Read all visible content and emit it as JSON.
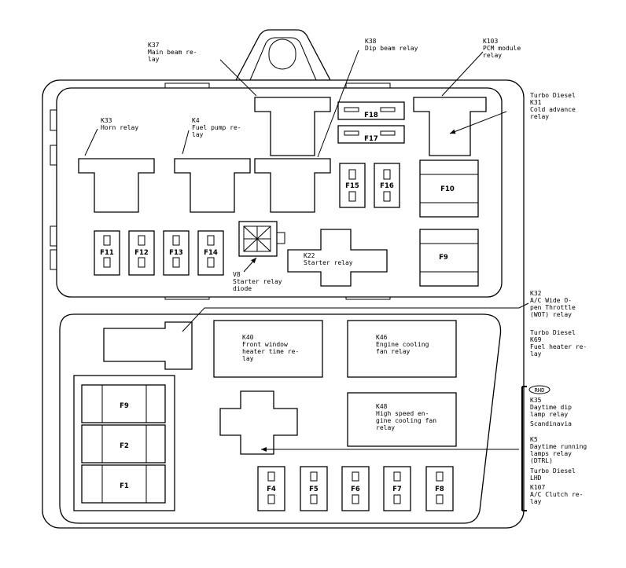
{
  "relays": {
    "k37": [
      "K37",
      "Main beam re-",
      "lay"
    ],
    "k38": [
      "K38",
      "Dip beam relay"
    ],
    "k103": [
      "K103",
      "PCM module",
      "relay"
    ],
    "k31": [
      "Turbo Diesel",
      "K31",
      "Cold advance",
      "relay"
    ],
    "k33": [
      "K33",
      "Horn relay"
    ],
    "k4": [
      "K4",
      "Fuel pump re-",
      "lay"
    ],
    "k22": [
      "K22",
      "Starter relay"
    ],
    "v8": [
      "V8",
      "Starter relay",
      "diode"
    ],
    "k32": [
      "K32",
      "A/C Wide O-",
      "pen Throttle",
      "(WOT) relay"
    ],
    "k69": [
      "Turbo Diesel",
      "K69",
      "Fuel heater re-",
      "lay"
    ],
    "k40": [
      "K40",
      "Front window",
      "heater time re-",
      "lay"
    ],
    "k46": [
      "K46",
      "Engine cooling",
      "fan relay"
    ],
    "k48": [
      "K48",
      "High speed en-",
      "gine cooling fan",
      "relay"
    ],
    "k35": [
      "K35",
      "Daytime dip",
      "lamp relay",
      "Scandinavia"
    ],
    "k5": [
      "K5",
      "Daytime running",
      "lamps relay",
      "(DTRL)"
    ],
    "k107": [
      "Turbo Diesel",
      "LHD",
      "K107",
      "A/C Clutch re-",
      "lay"
    ]
  },
  "rhd_badge": "RHD",
  "fuses": {
    "f18": "F18",
    "f17": "F17",
    "f15": "F15",
    "f16": "F16",
    "f10": "F10",
    "f11": "F11",
    "f12": "F12",
    "f13": "F13",
    "f14": "F14",
    "f9_upper": "F9",
    "f9_lower": "F9",
    "f2": "F2",
    "f1": "F1",
    "f4": "F4",
    "f5": "F5",
    "f6": "F6",
    "f7": "F7",
    "f8": "F8"
  }
}
